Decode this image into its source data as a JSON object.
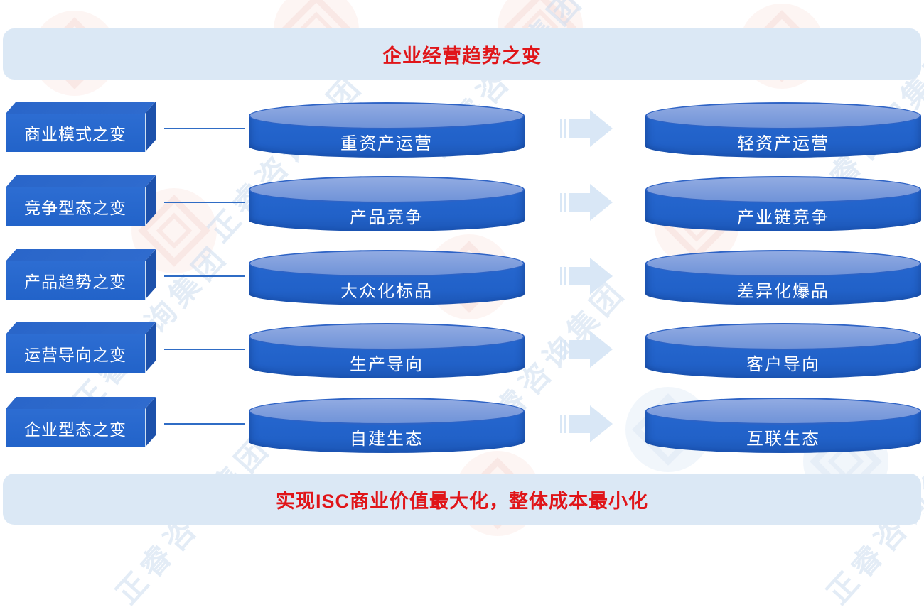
{
  "title": "企业经营趋势之变",
  "footer": "实现ISC商业价值最大化，整体成本最小化",
  "watermark_text": "正睿咨询集团",
  "colors": {
    "accent_red": "#e01519",
    "banner_bg": "#dbe8f5",
    "box_front": "#2a68cf",
    "box_side": "#1d51ab",
    "cylinder_body": "#2263c9",
    "cylinder_top": "#7fa0de",
    "arrow": "#d9e7f6",
    "connector_line": "#2f6cc5"
  },
  "rows": [
    {
      "label": "商业模式之变",
      "from": "重资产运营",
      "to": "轻资产运营"
    },
    {
      "label": "竞争型态之变",
      "from": "产品竞争",
      "to": "产业链竞争"
    },
    {
      "label": "产品趋势之变",
      "from": "大众化标品",
      "to": "差异化爆品"
    },
    {
      "label": "运营导向之变",
      "from": "生产导向",
      "to": "客户导向"
    },
    {
      "label": "企业型态之变",
      "from": "自建生态",
      "to": "互联生态"
    }
  ]
}
